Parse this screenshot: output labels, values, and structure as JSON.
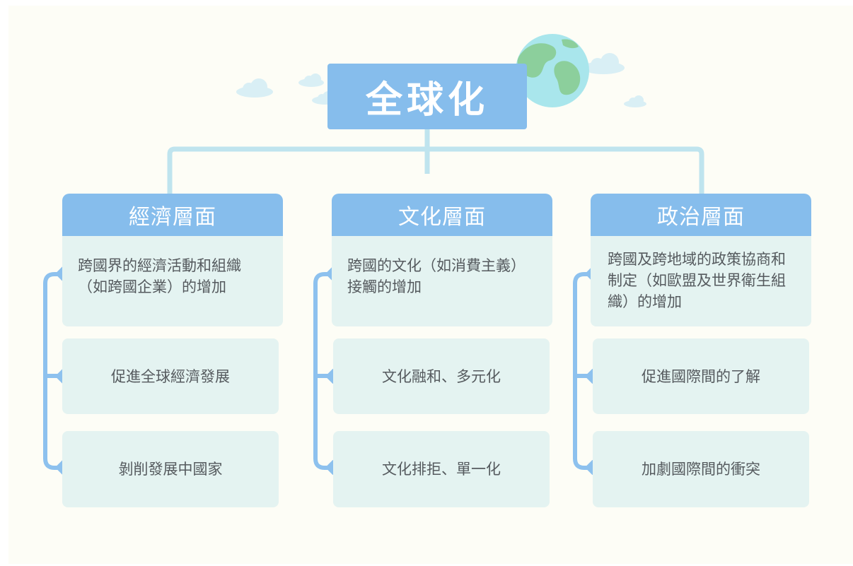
{
  "title": "全球化",
  "colors": {
    "background": "#fdfdf6",
    "header": "#86bdec",
    "card": "#e4f3f1",
    "connector": "#bfe4ee",
    "bracket": "#8dc1ee",
    "text": "#555a5e"
  },
  "icons": [
    "globe-icon",
    "cloud-icon",
    "diamond-bullet-icon"
  ],
  "columns": [
    {
      "heading": "經濟層面",
      "items": [
        "跨國界的經濟活動和組織（如跨國企業）的增加",
        "促進全球經濟發展",
        "剝削發展中國家"
      ]
    },
    {
      "heading": "文化層面",
      "items": [
        "跨國的文化（如消費主義）接觸的增加",
        "文化融和、多元化",
        "文化排拒、單一化"
      ]
    },
    {
      "heading": "政治層面",
      "items": [
        "跨國及跨地域的政策協商和制定（如歐盟及世界衛生組織）的增加",
        "促進國際間的了解",
        "加劇國際間的衝突"
      ]
    }
  ]
}
